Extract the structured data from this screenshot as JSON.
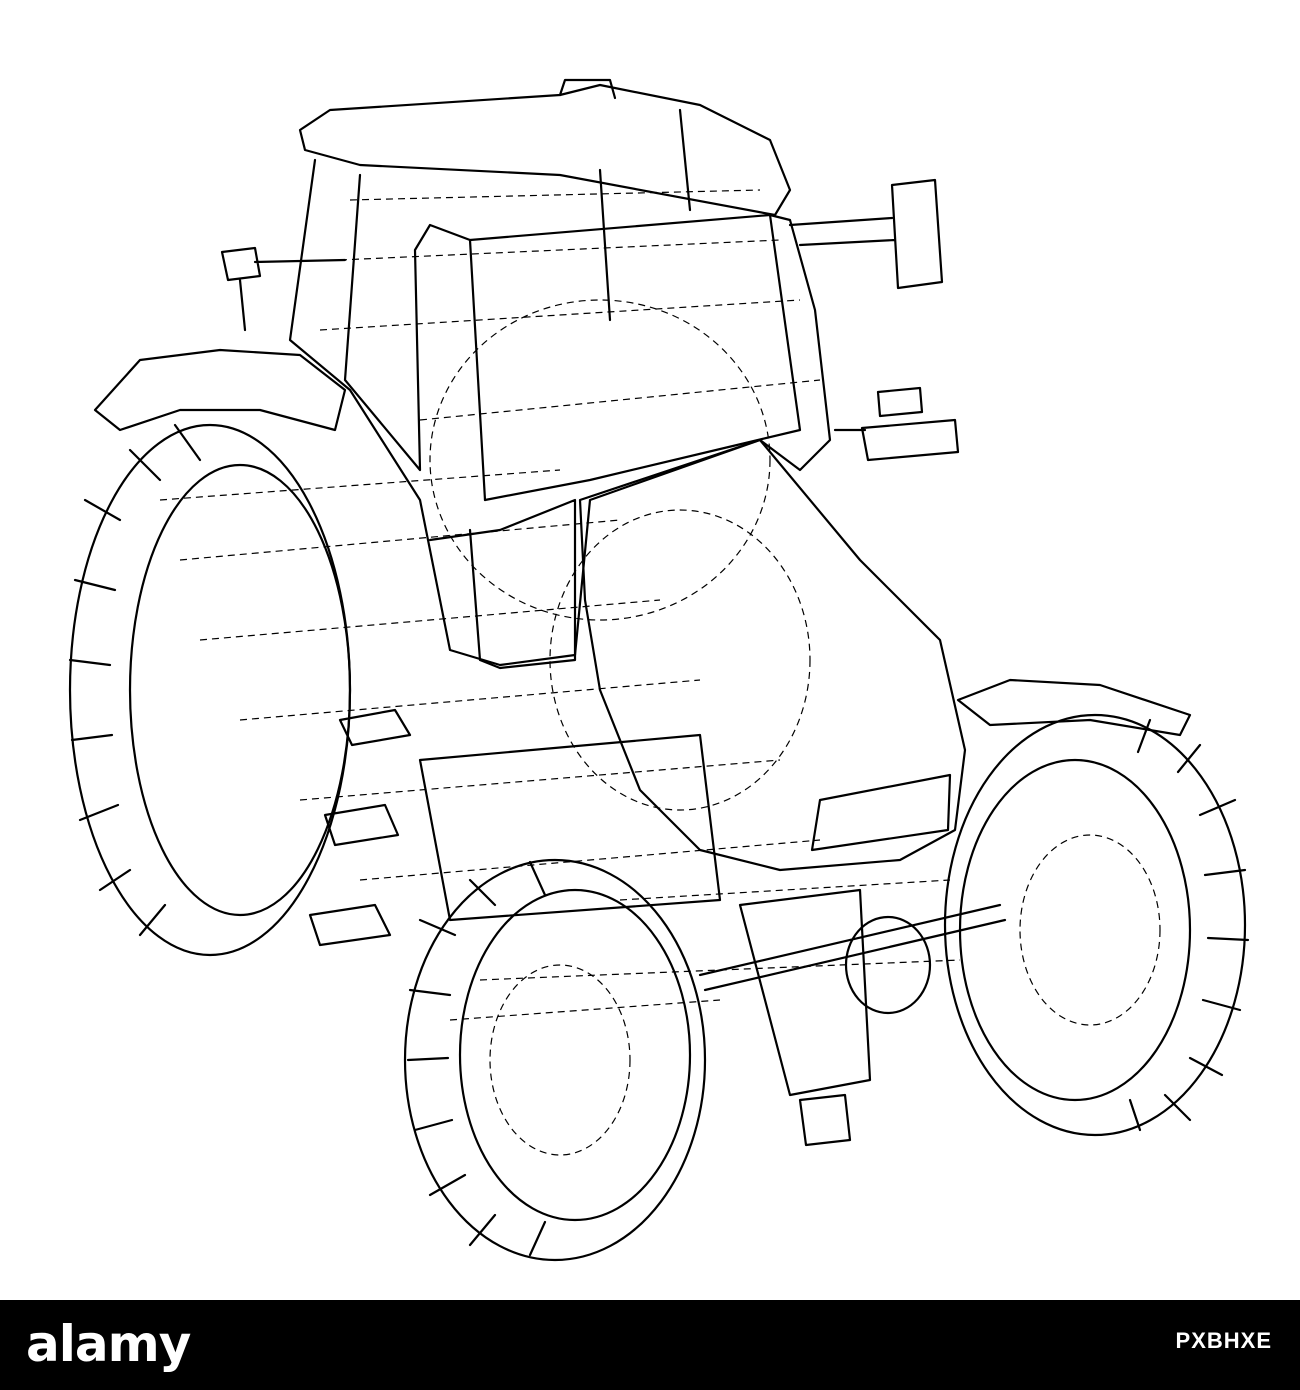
{
  "image": {
    "subject": "tractor-wireframe-drawing",
    "line_color": "#000000",
    "background_color": "#ffffff"
  },
  "footer": {
    "background_color": "#000000",
    "text_color": "#ffffff",
    "logo_text": "alamy",
    "image_id": "PXBHXE"
  }
}
